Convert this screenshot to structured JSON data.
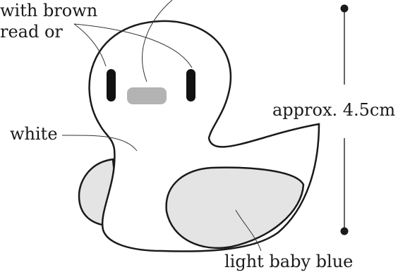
{
  "annotations": {
    "eyes_note_line1": "with brown",
    "eyes_note_line2": "read or",
    "body_color": "white",
    "size": "approx. 4.5cm",
    "wing_color": "light baby blue"
  },
  "colors": {
    "outline": "#1a1a1a",
    "body_fill": "#ffffff",
    "wing_fill": "#e4e4e4",
    "beak_fill": "#b3b3b3",
    "eye_fill": "#111111"
  }
}
